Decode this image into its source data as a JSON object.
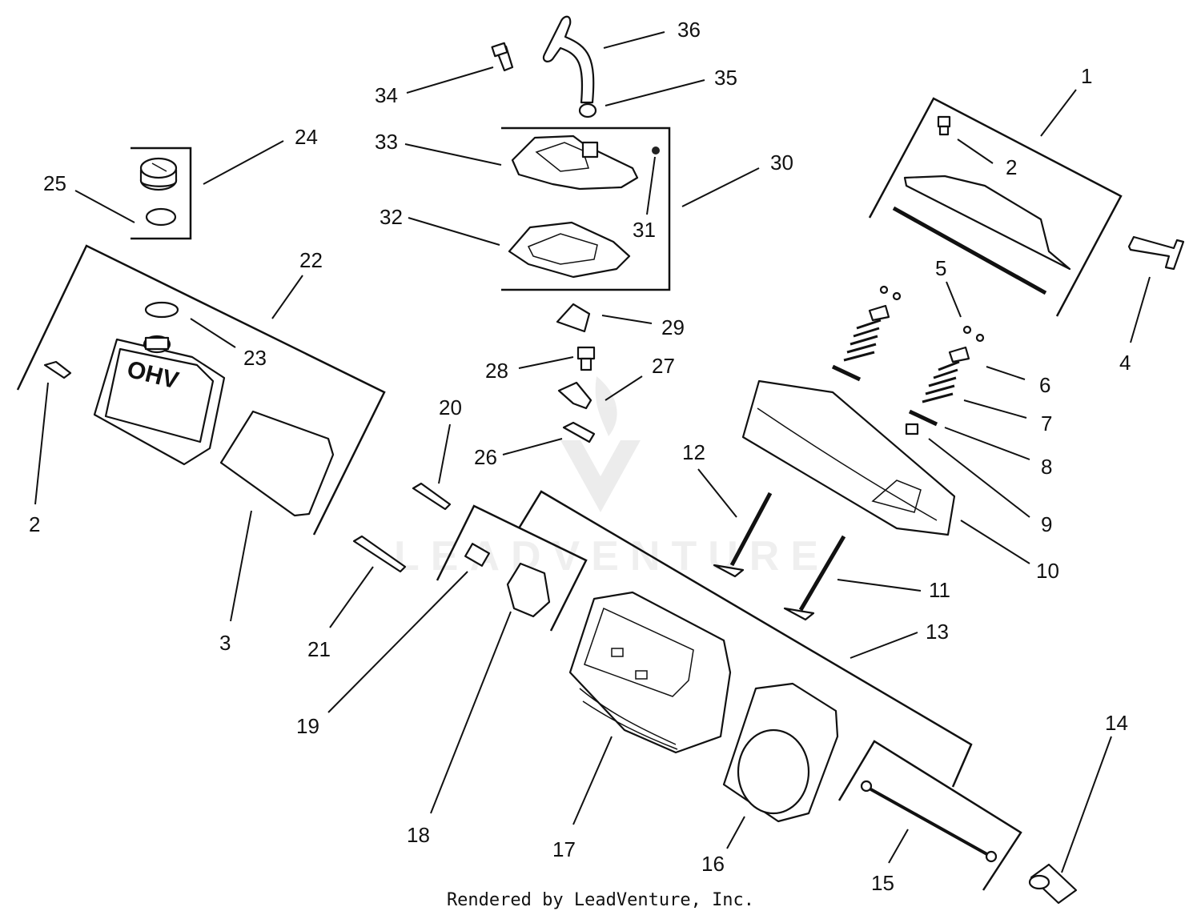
{
  "diagram": {
    "callouts": [
      {
        "id": "1",
        "label": "1"
      },
      {
        "id": "2a",
        "label": "2"
      },
      {
        "id": "2b",
        "label": "2"
      },
      {
        "id": "3",
        "label": "3"
      },
      {
        "id": "4",
        "label": "4"
      },
      {
        "id": "5",
        "label": "5"
      },
      {
        "id": "6",
        "label": "6"
      },
      {
        "id": "7",
        "label": "7"
      },
      {
        "id": "8",
        "label": "8"
      },
      {
        "id": "9",
        "label": "9"
      },
      {
        "id": "10",
        "label": "10"
      },
      {
        "id": "11",
        "label": "11"
      },
      {
        "id": "12",
        "label": "12"
      },
      {
        "id": "13",
        "label": "13"
      },
      {
        "id": "14",
        "label": "14"
      },
      {
        "id": "15",
        "label": "15"
      },
      {
        "id": "16",
        "label": "16"
      },
      {
        "id": "17",
        "label": "17"
      },
      {
        "id": "18",
        "label": "18"
      },
      {
        "id": "19",
        "label": "19"
      },
      {
        "id": "20",
        "label": "20"
      },
      {
        "id": "21",
        "label": "21"
      },
      {
        "id": "22",
        "label": "22"
      },
      {
        "id": "23",
        "label": "23"
      },
      {
        "id": "24",
        "label": "24"
      },
      {
        "id": "25",
        "label": "25"
      },
      {
        "id": "26",
        "label": "26"
      },
      {
        "id": "27",
        "label": "27"
      },
      {
        "id": "28",
        "label": "28"
      },
      {
        "id": "29",
        "label": "29"
      },
      {
        "id": "30",
        "label": "30"
      },
      {
        "id": "31",
        "label": "31"
      },
      {
        "id": "32",
        "label": "32"
      },
      {
        "id": "33",
        "label": "33"
      },
      {
        "id": "34",
        "label": "34"
      },
      {
        "id": "35",
        "label": "35"
      },
      {
        "id": "36",
        "label": "36"
      }
    ],
    "valve_cover_text": "OHV",
    "watermark": "LEADVENTURE",
    "credit": "Rendered by LeadVenture, Inc."
  }
}
